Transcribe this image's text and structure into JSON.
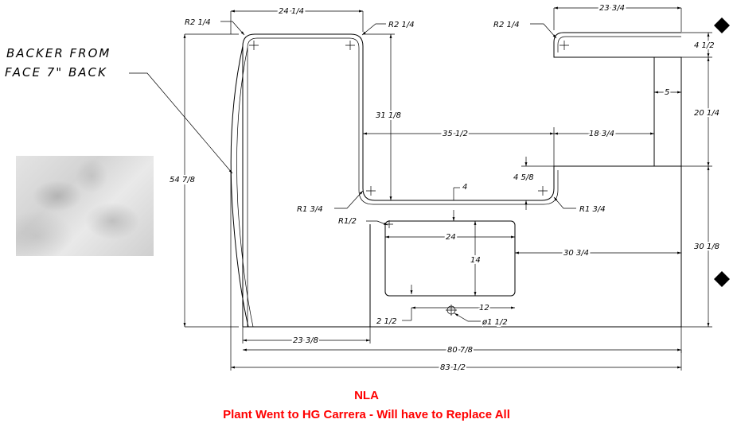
{
  "note": {
    "line1": "BACKER FROM",
    "line2": "FACE 7\" BACK"
  },
  "dimensions": {
    "top_left_width": "24 1/4",
    "top_right_width": "23 3/4",
    "top_right_depth": "4 1/2",
    "right_gap": "5",
    "right_upper": "20 1/4",
    "right_lower": "30 1/8",
    "left_height": "54 7/8",
    "inner_height": "31 1/8",
    "middle_width": "35 1/2",
    "right_inner_width": "18 3/4",
    "step_height": "4 5/8",
    "sink_offset_top": "4",
    "sink_width": "24",
    "sink_height": "14",
    "sink_right_offset": "30 3/4",
    "faucet_offset_x": "12",
    "faucet_offset_y": "2 1/2",
    "faucet_hole": "ø1 1/2",
    "bottom_left": "23 3/8",
    "bottom_inner": "80 7/8",
    "bottom_overall": "83 1/2"
  },
  "radii": {
    "top_left": "R2 1/4",
    "top_inner": "R2 1/4",
    "top_right": "R2 1/4",
    "inner_left": "R1 3/4",
    "inner_right": "R1 3/4",
    "sink_corner": "R1/2"
  },
  "status": {
    "title": "NLA",
    "message": "Plant Went to HG Carrera - Will have to Replace All",
    "color": "#ff0000"
  },
  "swatch": {
    "name": "marble-sample"
  }
}
